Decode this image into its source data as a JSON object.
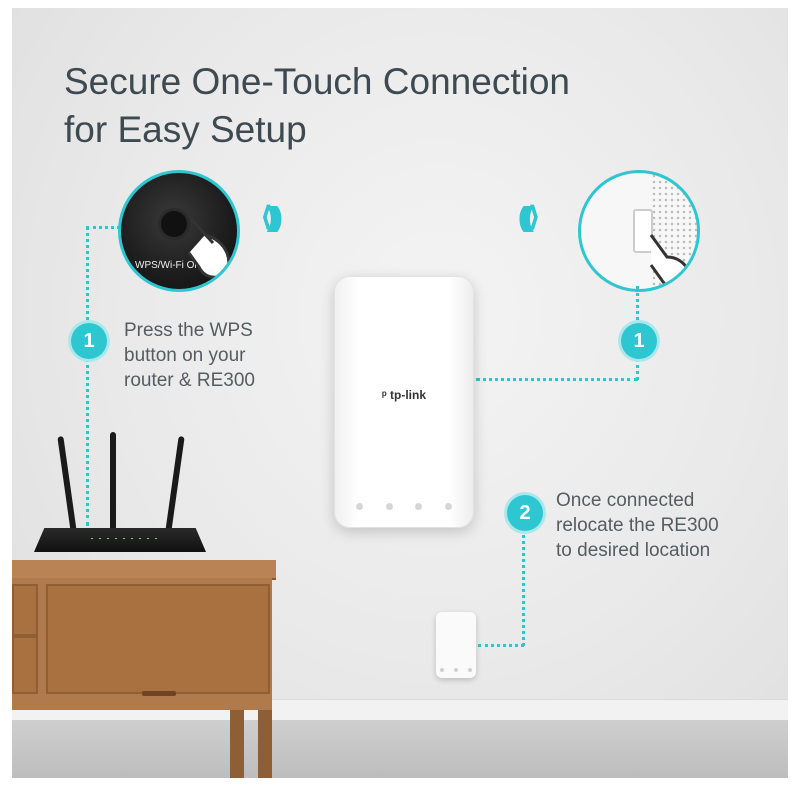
{
  "title_line1": "Secure One-Touch Connection",
  "title_line2": "for Easy Setup",
  "step1": {
    "number": "1",
    "line1": "Press the WPS",
    "line2": "button on your",
    "line3": "router & RE300"
  },
  "step1_right_number": "1",
  "step2": {
    "number": "2",
    "line1": "Once connected",
    "line2": "relocate the RE300",
    "line3": "to desired location"
  },
  "router_zoom_label": "WPS/Wi-Fi On",
  "extender_brand": "tp-link",
  "colors": {
    "accent": "#2ec6d0",
    "title": "#3d4a52",
    "text": "#555d61"
  }
}
